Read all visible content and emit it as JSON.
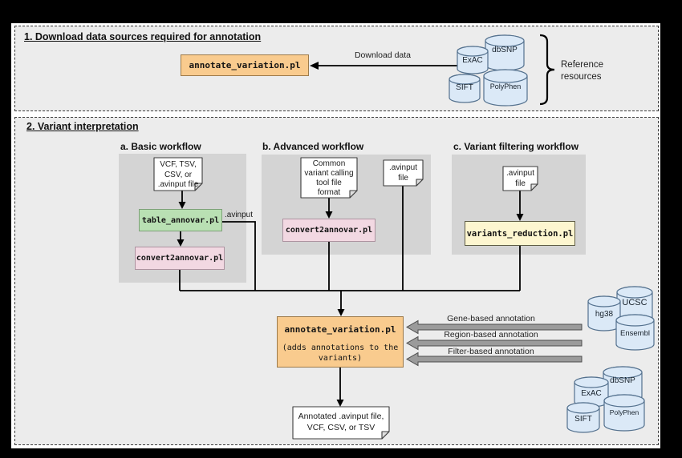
{
  "section1": {
    "title": "1. Download data sources required for annotation",
    "annotate_tool": "annotate_variation.pl",
    "download_arrow_label": "Download data",
    "reference_resources_label": "Reference resources",
    "databases": {
      "exac": "ExAC",
      "dbsnp": "dbSNP",
      "sift": "SIFT",
      "polyphen": "PolyPhen"
    }
  },
  "section2": {
    "title": "2. Variant interpretation",
    "basic": {
      "heading": "a. Basic workflow",
      "input_lines": [
        "VCF, TSV,",
        "CSV, or",
        ".avinput file"
      ],
      "tool1": "table_annovar.pl",
      "avinput_label": ".avinput",
      "tool2": "convert2annovar.pl"
    },
    "advanced": {
      "heading": "b. Advanced workflow",
      "input_lines": [
        "Common",
        "variant calling",
        "tool file",
        "format"
      ],
      "tool": "convert2annovar.pl",
      "avinput_lines": [
        ".avinput",
        "file"
      ]
    },
    "filtering": {
      "heading": "c. Variant filtering workflow",
      "input_lines": [
        ".avinput",
        "file"
      ],
      "tool": "variants_reduction.pl"
    },
    "main_tool": {
      "name": "annotate_variation.pl",
      "subtitle": "(adds annotations to the variants)"
    },
    "annotations": [
      "Gene-based annotation",
      "Region-based annotation",
      "Filter-based annotation"
    ],
    "genome_dbs": {
      "hg38": "hg38",
      "ucsc": "UCSC",
      "ensembl": "Ensembl"
    },
    "filter_dbs": {
      "exac": "ExAC",
      "dbsnp": "dbSNP",
      "sift": "SIFT",
      "polyphen": "PolyPhen"
    },
    "output_lines": [
      "Annotated .avinput file,",
      "VCF, CSV, or TSV"
    ]
  },
  "colors": {
    "orange_box": "#f9cb8e",
    "green_box": "#b9e0b3",
    "pink_box": "#f2d8e2",
    "yellow_box": "#fdf6d0",
    "cylinder_fill": "#dbe9f7",
    "panel_gray": "#d4d4d4",
    "block_arrow_gray": "#9b9b9b"
  }
}
